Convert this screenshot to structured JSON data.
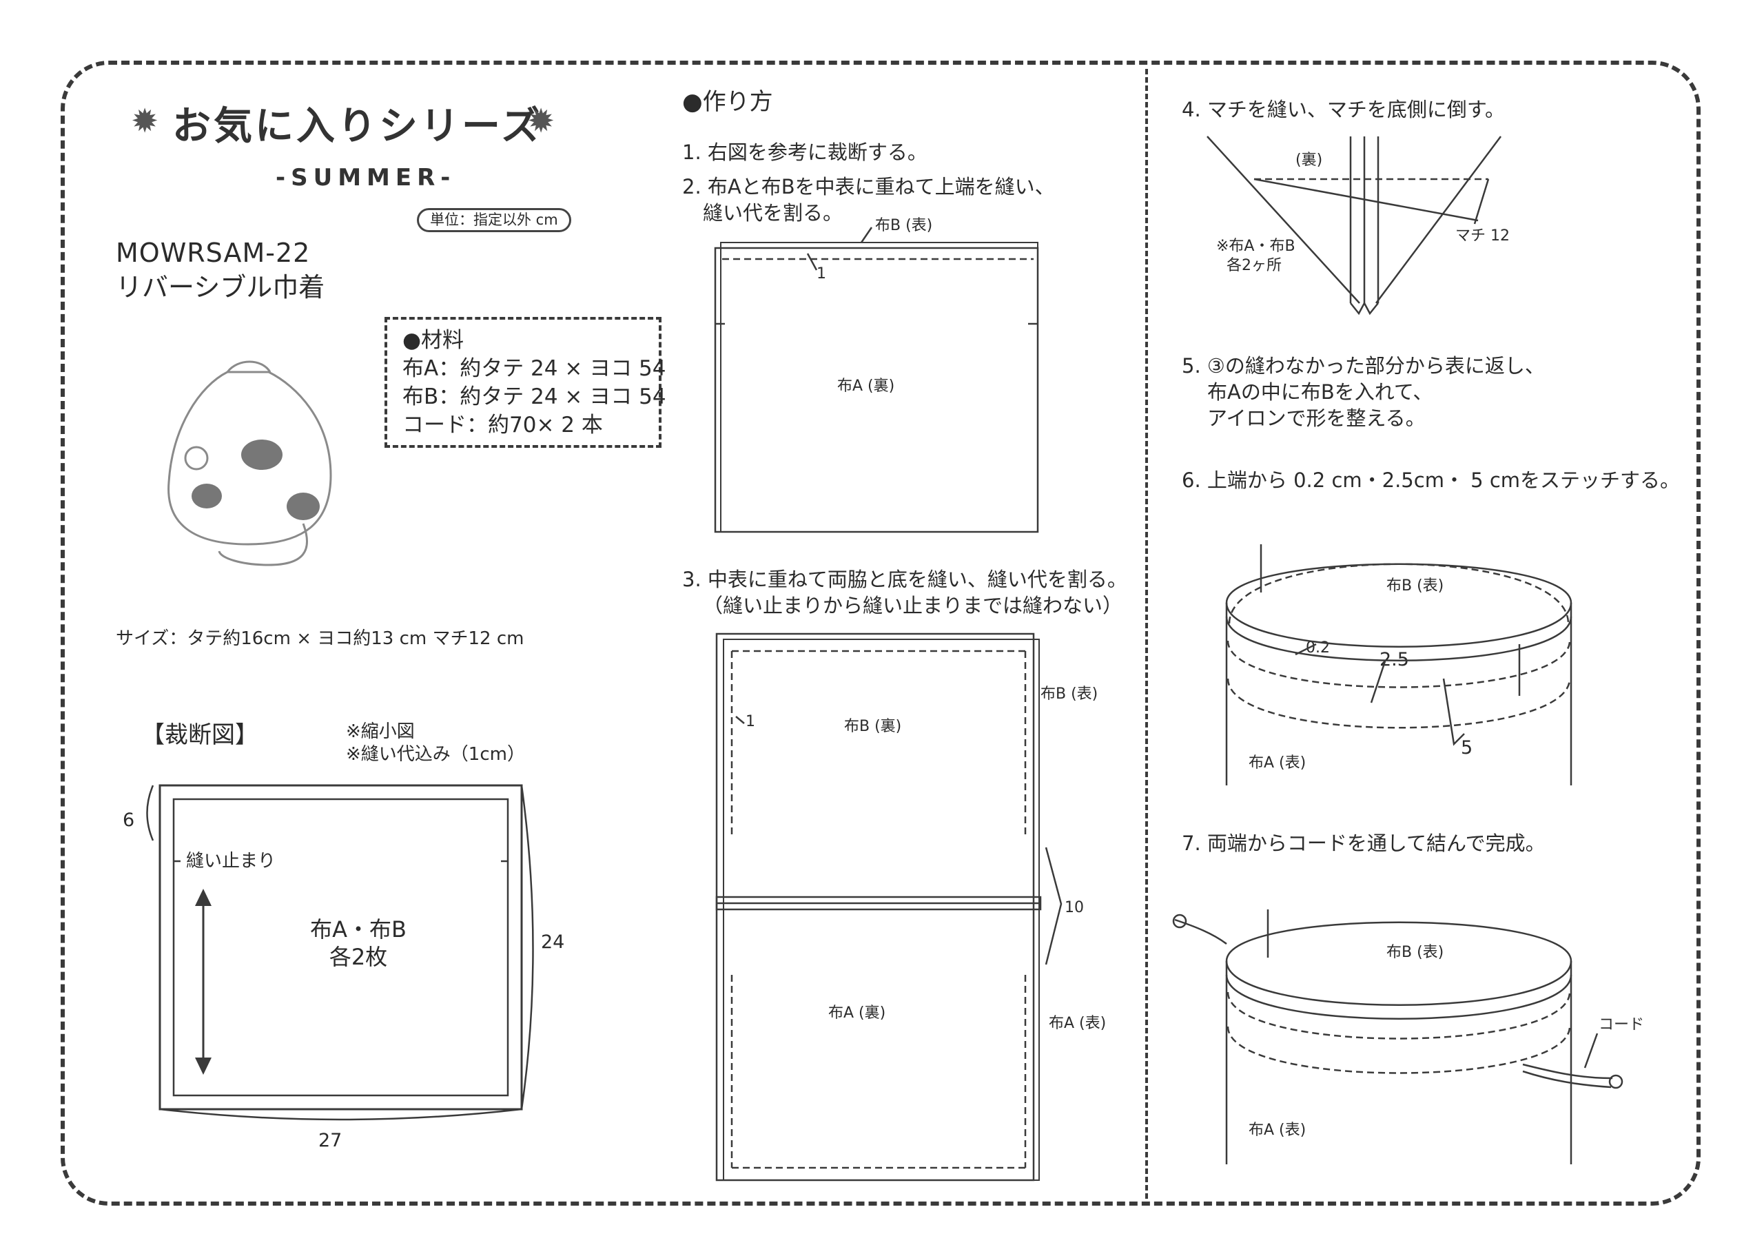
{
  "header": {
    "series_title": "お気に入りシリーズ",
    "subtitle": "-SUMMER-",
    "unit_note": "単位：指定以外 cm",
    "sun_glyph": "✹"
  },
  "product": {
    "code": "MOWRSAM-22",
    "name": "リバーシブル巾着",
    "size": "サイズ：タテ約16cm × ヨコ約13 cm  マチ12 cm"
  },
  "materials": {
    "heading": "●材料",
    "items": [
      "布A：約タテ 24 × ヨコ 54",
      "布B：約タテ 24 × ヨコ 54",
      "コード：約70× 2 本"
    ]
  },
  "cutting": {
    "heading": "【裁断図】",
    "note1": "※縮小図",
    "note2": "※縫い代込み（1cm）",
    "label_6": "6",
    "label_stop": "縫い止まり",
    "fabric_line1": "布A・布B",
    "fabric_line2": "各2枚",
    "label_24": "24",
    "label_27": "27"
  },
  "howto": {
    "heading": "●作り方",
    "step1": "1. 右図を参考に裁断する。",
    "step2_l1": "2. 布Aと布Bを中表に重ねて上端を縫い、",
    "step2_l2": "縫い代を割る。",
    "fig2": {
      "b_front": "布B (表)",
      "seam": "1",
      "a_back": "布A (裏)"
    },
    "step3_l1": "3. 中表に重ねて両脇と底を縫い、縫い代を割る。",
    "step3_l2": "（縫い止まりから縫い止まりまでは縫わない）",
    "fig3": {
      "b_front": "布B (表)",
      "seam": "1",
      "b_back": "布B (裏)",
      "gap": "10",
      "a_back": "布A (裏)",
      "a_front": "布A (表)"
    }
  },
  "right": {
    "step4": "4. マチを縫い、マチを底側に倒す。",
    "fig4": {
      "back": "(裏)",
      "note_l1": "※布A・布B",
      "note_l2": "各2ヶ所",
      "gusset": "マチ 12"
    },
    "step5_l1": "5. ③の縫わなかった部分から表に返し、",
    "step5_l2": "布Aの中に布Bを入れて、",
    "step5_l3": "アイロンで形を整える。",
    "step6": "6. 上端から 0.2 cm・2.5cm・ 5 cmをステッチする。",
    "fig6": {
      "b_front": "布B (表)",
      "d02": "0.2",
      "d25": "2.5",
      "d5": "5",
      "a_front": "布A (表)"
    },
    "step7": "7. 両端からコードを通して結んで完成。",
    "fig7": {
      "b_front": "布B (表)",
      "cord": "コード",
      "a_front": "布A (表)"
    }
  }
}
